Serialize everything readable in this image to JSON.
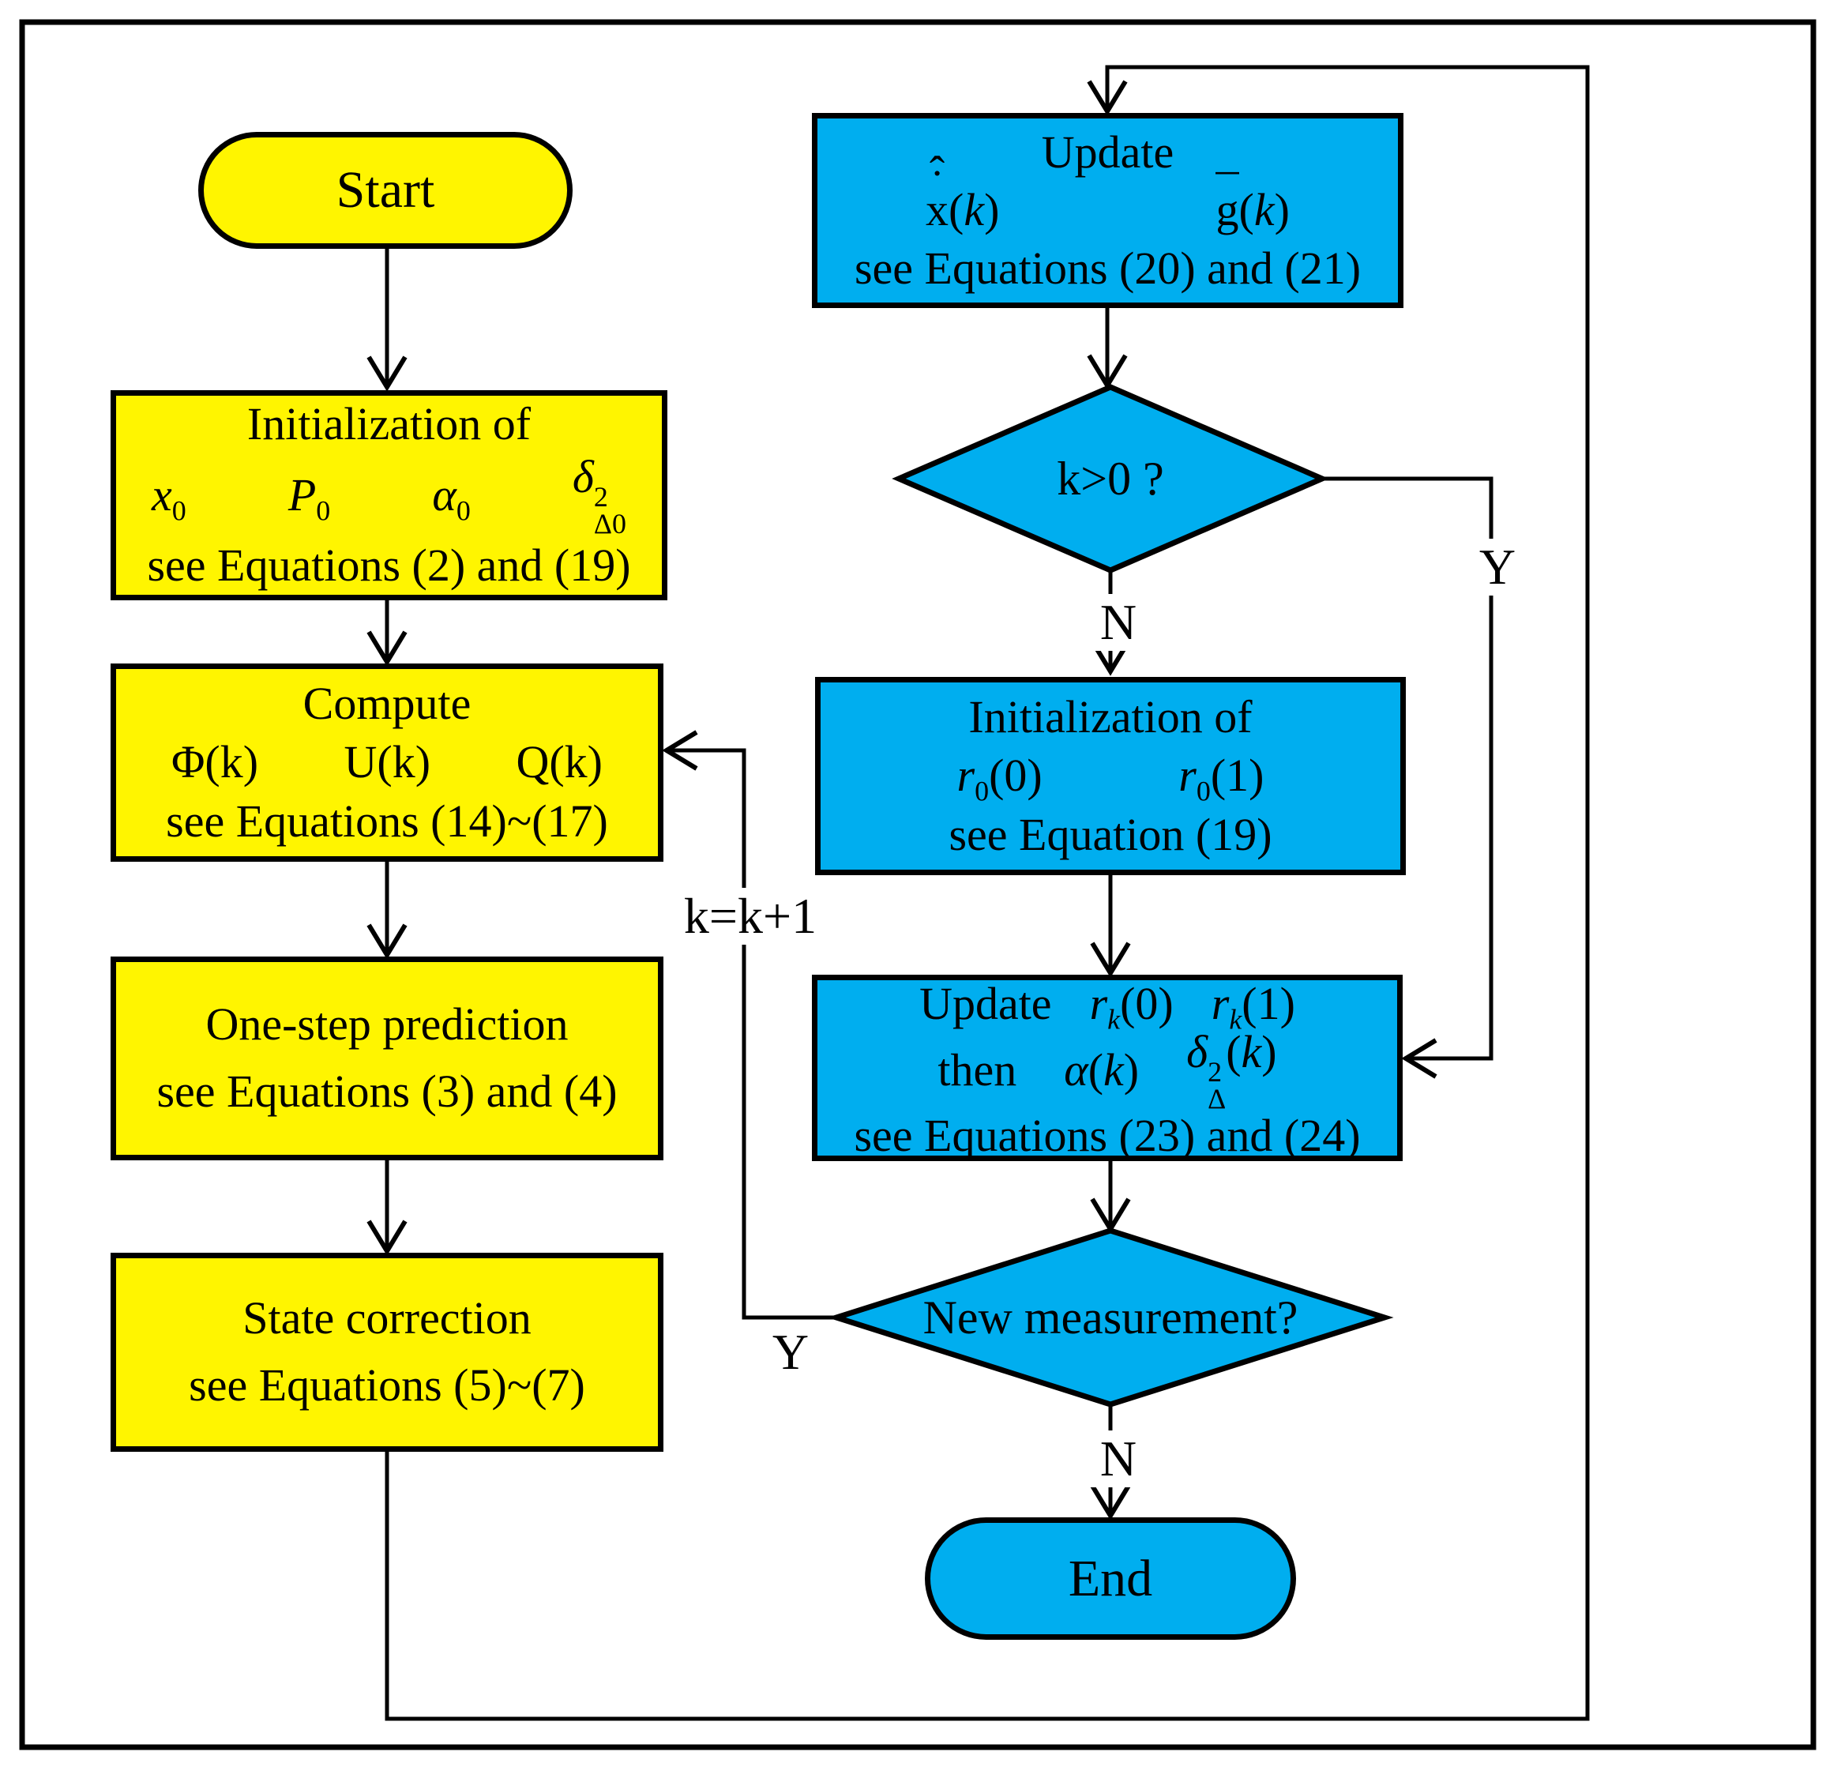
{
  "colors": {
    "yellow": "#FFF500",
    "blue": "#00AEEF",
    "line": "#000000",
    "background": "#FFFFFF"
  },
  "nodes": {
    "start": {
      "label": "Start"
    },
    "init_left": {
      "title": "Initialization of",
      "sym_x": {
        "base": "x",
        "sub": "0"
      },
      "sym_p": {
        "base": "P",
        "sub": "0"
      },
      "sym_alpha": {
        "base": "α",
        "sub": "0"
      },
      "sym_delta": {
        "base": "δ",
        "sup": "2",
        "sub": "Δ0"
      },
      "note": "see Equations (2) and (19)"
    },
    "compute": {
      "title": "Compute",
      "sym1": "Φ(k)",
      "sym2": "U(k)",
      "sym3": "Q(k)",
      "note": "see Equations (14)~(17)"
    },
    "one_step": {
      "title": "One-step prediction",
      "note": "see Equations (3) and (4)"
    },
    "state_correction": {
      "title": "State correction",
      "note": "see Equations (5)~(7)"
    },
    "update_top": {
      "title": "Update",
      "sym_x": {
        "hat": "ˆ",
        "dot": "˙",
        "base": "x",
        "open": "(",
        "var": "k",
        "close": ")"
      },
      "sym_g": {
        "bar": "¯",
        "base": "g",
        "open": "(",
        "var": "k",
        "close": ")"
      },
      "note": "see Equations (20) and (21)"
    },
    "decision_k": {
      "label": "k>0 ?"
    },
    "init_right": {
      "title": "Initialization of",
      "sym_r0": {
        "base": "r",
        "sub": "0",
        "arg": "(0)"
      },
      "sym_r1": {
        "base": "r",
        "sub": "0",
        "arg": "(1)"
      },
      "note": "see Equation (19)"
    },
    "update_r": {
      "word_update": "Update",
      "sym_rk0": {
        "base": "r",
        "sub": "k",
        "arg": "(0)"
      },
      "sym_rk1": {
        "base": "r",
        "sub": "k",
        "arg": "(1)"
      },
      "word_then": "then",
      "sym_alpha": {
        "base": "α",
        "open": "(",
        "var": "k",
        "close": ")"
      },
      "sym_delta": {
        "base": "δ",
        "sup": "2",
        "sub": "Δ",
        "open": "(",
        "var": "k",
        "close": ")"
      },
      "note": "see Equations (23) and (24)"
    },
    "decision_meas": {
      "label": "New measurement?"
    },
    "end": {
      "label": "End"
    }
  },
  "edge_labels": {
    "k_no": "N",
    "k_yes": "Y",
    "meas_no": "N",
    "meas_yes": "Y",
    "increment": "k=k+1"
  }
}
